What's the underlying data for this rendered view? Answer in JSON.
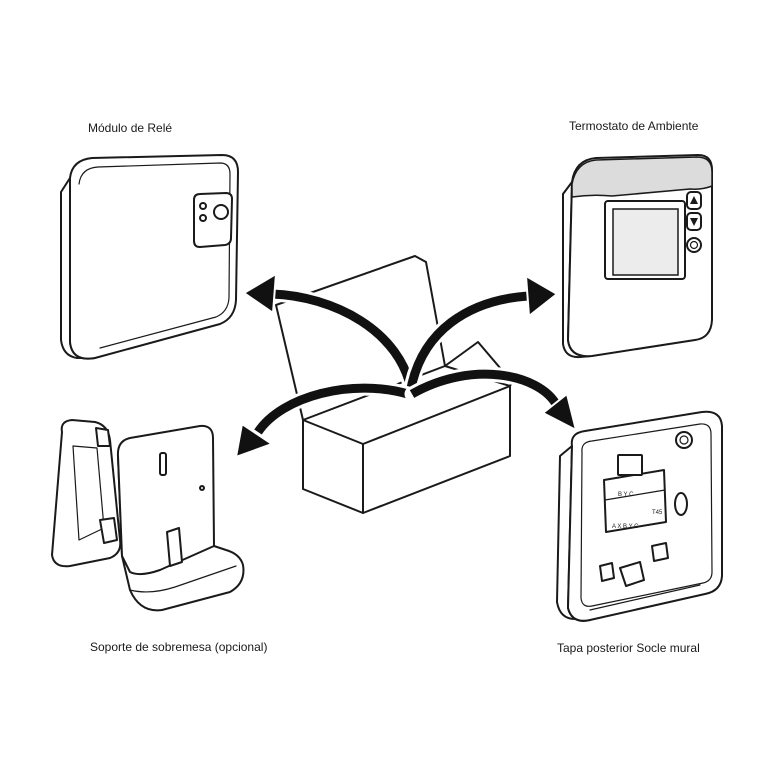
{
  "labels": {
    "relay_module": "Módulo de Relé",
    "room_thermostat": "Termostato de Ambiente",
    "desk_stand": "Soporte de sobremesa (opcional)",
    "wall_plate": "Tapa posterior Socle mural"
  },
  "markings": {
    "terminals_top": "B Y C",
    "terminals_bottom": "A X B Y C",
    "model": "T45"
  },
  "colors": {
    "line": "#1a1a1a",
    "shade": "#dcdcdc",
    "arrow": "#111111",
    "background": "#ffffff"
  }
}
